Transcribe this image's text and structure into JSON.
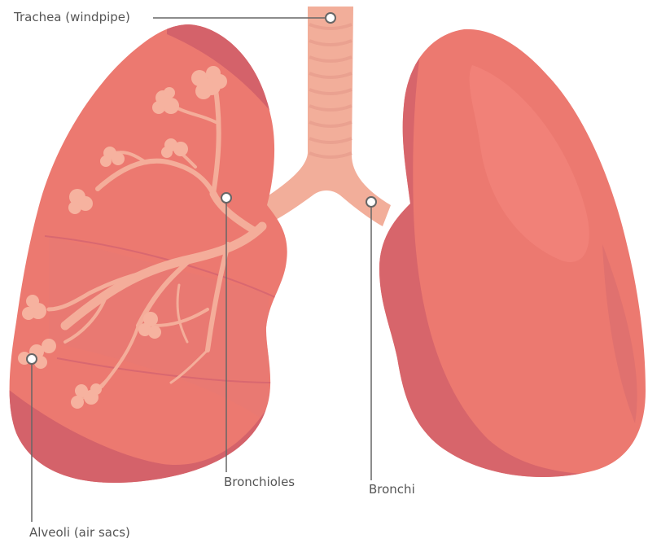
{
  "diagram": {
    "labels": {
      "trachea": "Trachea (windpipe)",
      "bronchioles": "Bronchioles",
      "bronchi": "Bronchi",
      "alveoli": "Alveoli (air sacs)"
    },
    "colors": {
      "lung_main": "#EC7970",
      "lung_dark": "#D4626A",
      "lung_highlight": "#F08078",
      "airway": "#F2AE9A",
      "airway_stripe": "#E99F8E",
      "alveoli": "#F6B29F",
      "leader_line": "#666666"
    }
  }
}
